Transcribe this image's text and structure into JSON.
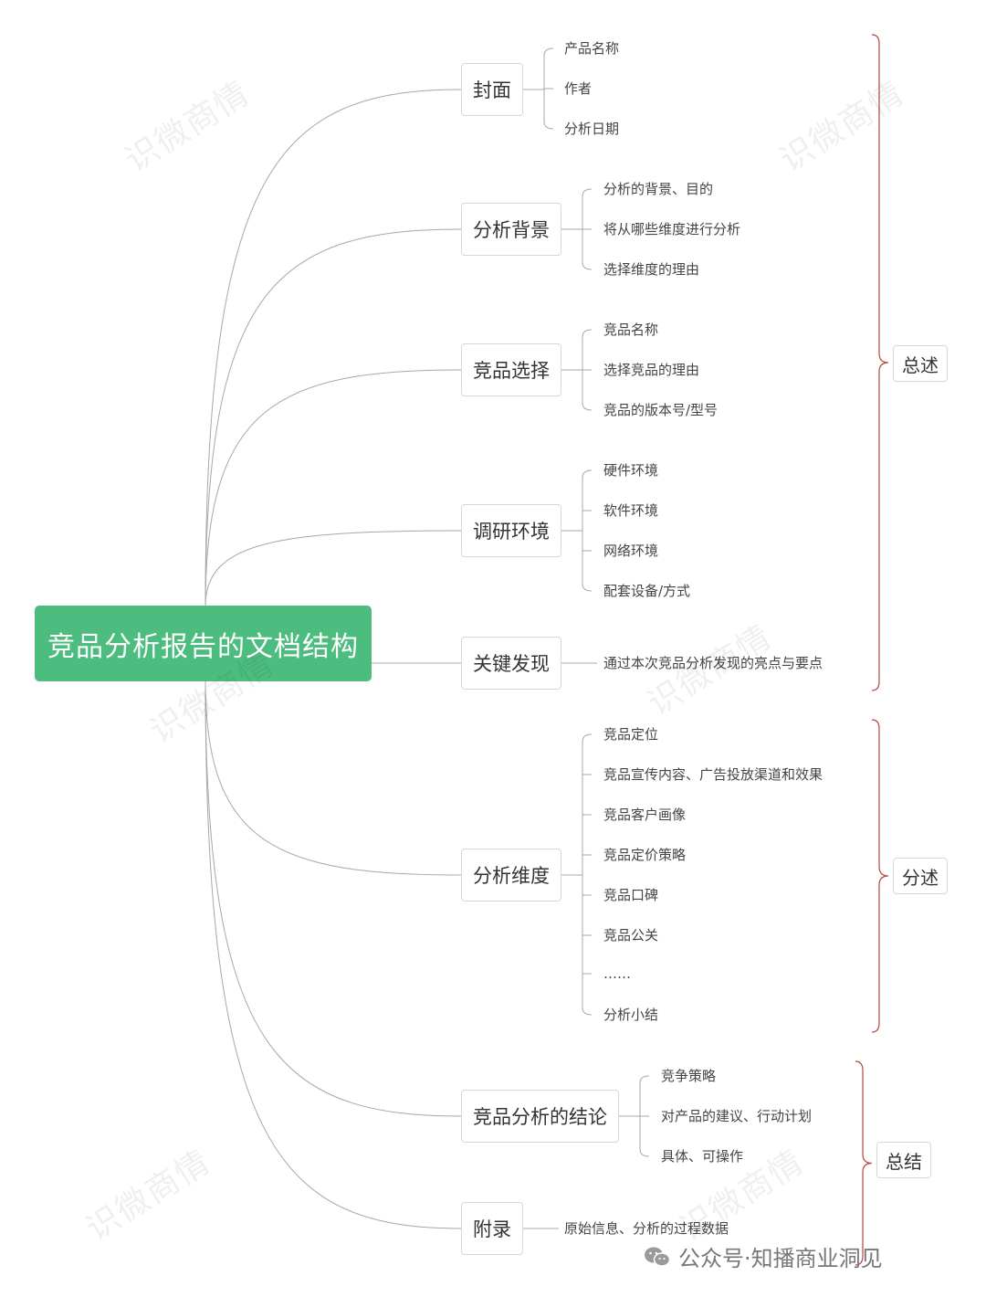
{
  "root": {
    "label": "竞品分析报告的文档结构",
    "color": "#4cbd7e"
  },
  "branches": [
    {
      "label": "封面",
      "children": [
        "产品名称",
        "作者",
        "分析日期"
      ]
    },
    {
      "label": "分析背景",
      "children": [
        "分析的背景、目的",
        "将从哪些维度进行分析",
        "选择维度的理由"
      ]
    },
    {
      "label": "竞品选择",
      "children": [
        "竞品名称",
        "选择竞品的理由",
        "竞品的版本号/型号"
      ]
    },
    {
      "label": "调研环境",
      "children": [
        "硬件环境",
        "软件环境",
        "网络环境",
        "配套设备/方式"
      ]
    },
    {
      "label": "关键发现",
      "children": [
        "通过本次竞品分析发现的亮点与要点"
      ]
    },
    {
      "label": "分析维度",
      "children": [
        "竞品定位",
        "竞品宣传内容、广告投放渠道和效果",
        "竞品客户画像",
        "竞品定价策略",
        "竞品口碑",
        "竞品公关",
        "……",
        "分析小结"
      ]
    },
    {
      "label": "竞品分析的结论",
      "children": [
        "竞争策略",
        "对产品的建议、行动计划",
        "具体、可操作"
      ]
    },
    {
      "label": "附录",
      "children": [
        "原始信息、分析的过程数据"
      ]
    }
  ],
  "summaries": [
    "总述",
    "分述",
    "总结"
  ],
  "bracket_color": "#b5483d",
  "watermark_text": "识微商情",
  "footer_text": "公众号·知播商业洞见"
}
